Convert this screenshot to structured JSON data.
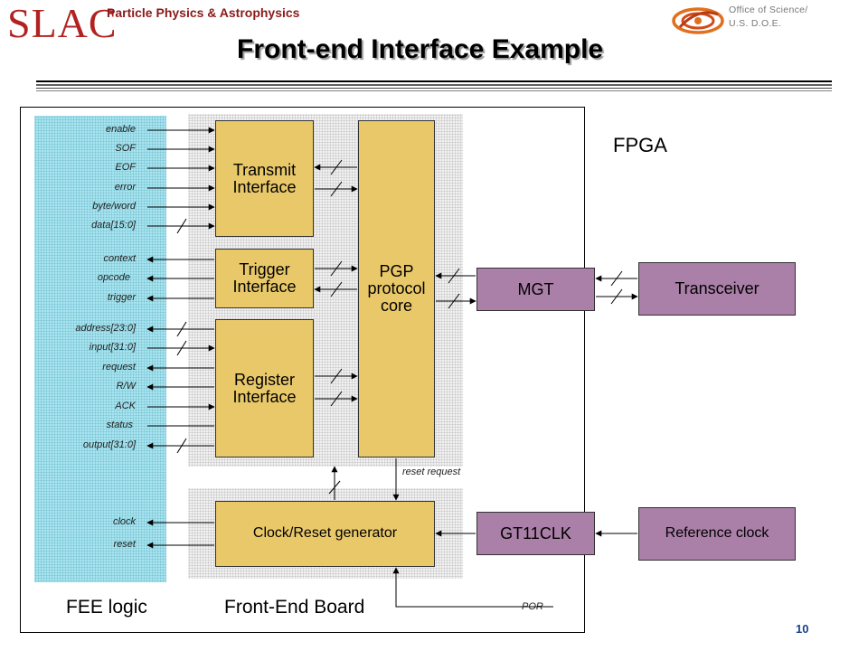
{
  "header": {
    "logo_text": "SLAC",
    "department": "Particle Physics & Astrophysics",
    "doe_text": "Office of Science/\nU.S. D.O.E.",
    "title": "Front-end Interface Example",
    "page_number": "10"
  },
  "colors": {
    "fee_logic": "#a8e4ef",
    "board_region": "#f1f1f1",
    "fpga_block": "#e9c86a",
    "external_block": "#aa7fa8",
    "logo": "#b22222",
    "page_number": "#1a3f8f"
  },
  "diagram": {
    "regions": {
      "fpga": "FPGA",
      "fee_logic": "FEE logic",
      "front_end_board": "Front-End Board"
    },
    "blocks": {
      "transmit": "Transmit\nInterface",
      "trigger": "Trigger\nInterface",
      "register": "Register\nInterface",
      "pgp": "PGP\nprotocol\ncore",
      "mgt": "MGT",
      "transceiver": "Transceiver",
      "clock_reset": "Clock/Reset generator",
      "gt11clk": "GT11CLK",
      "reference_clock": "Reference clock"
    },
    "signals": {
      "enable": "enable",
      "sof": "SOF",
      "eof": "EOF",
      "error": "error",
      "byte_word": "byte/word",
      "data": "data[15:0]",
      "context": "context",
      "opcode": "opcode",
      "trigger": "trigger",
      "address": "address[23:0]",
      "input": "input[31:0]",
      "request": "request",
      "rw": "R/W",
      "ack": "ACK",
      "status": "status",
      "output": "output[31:0]",
      "clock": "clock",
      "reset": "reset"
    },
    "notes": {
      "reset_request": "reset request",
      "por": "POR"
    }
  }
}
